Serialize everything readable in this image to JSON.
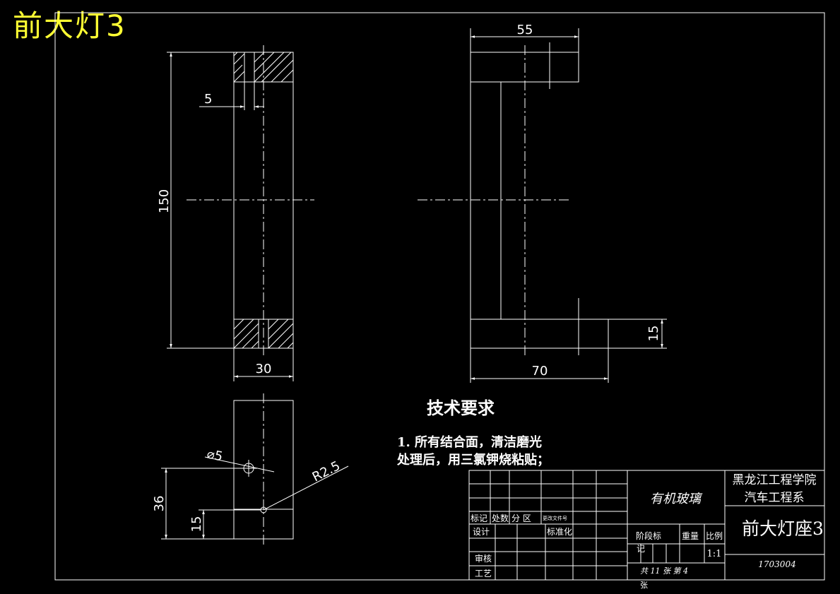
{
  "drawing_title": "前大灯3",
  "dimensions": {
    "front_height": "150",
    "front_width": "30",
    "front_offset": "5",
    "side_top_width": "55",
    "side_bottom_width": "70",
    "side_bottom_height": "15",
    "bottom_height": "36",
    "bottom_hole_height": "15",
    "hole_diameter": "⌀5",
    "radius": "R2.5"
  },
  "tech_requirements": {
    "heading": "技术要求",
    "line1": "1. 所有结合面，清洁磨光",
    "line2": "处理后，用三氯钾烧粘贴；"
  },
  "title_block": {
    "material": "有机玻璃",
    "school": "黑龙江工程学院",
    "department": "汽车工程系",
    "part_name": "前大灯座3",
    "drawing_no": "1703004",
    "scale": "1:1",
    "sheet_info": "共 11 张  第 4",
    "sheet_unit": "张",
    "labels": {
      "marker": "标记",
      "count": "处数",
      "zone": "分  区",
      "change_doc": "更改文件号",
      "design": "设计",
      "standard": "标准化",
      "stage": "阶段标",
      "stage2": "记",
      "weight": "重量",
      "ratio": "比例",
      "review": "审核",
      "process": "工艺"
    }
  },
  "colors": {
    "background": "#000000",
    "lines": "#ffffff",
    "title": "#ffff33"
  }
}
